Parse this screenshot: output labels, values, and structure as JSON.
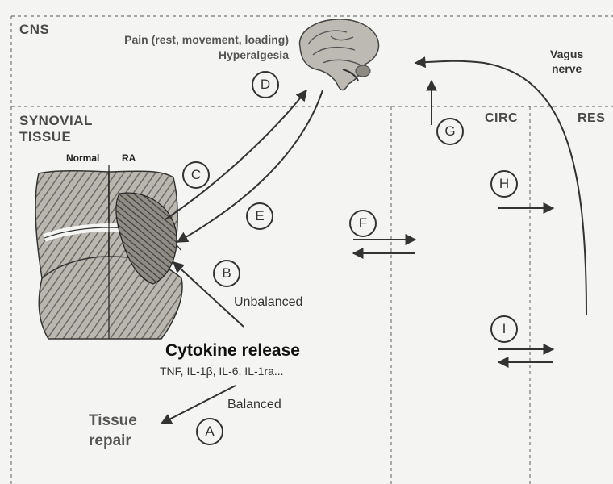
{
  "regions": {
    "cns": "CNS",
    "synovial_line1": "SYNOVIAL",
    "synovial_line2": "TISSUE",
    "circ": "CIRC",
    "res": "RES"
  },
  "cns": {
    "pain": "Pain (rest, movement, loading)",
    "hyperalgesia": "Hyperalgesia"
  },
  "vagus": {
    "line1": "Vagus",
    "line2": "nerve"
  },
  "joint": {
    "normal": "Normal",
    "ra": "RA"
  },
  "markers": {
    "a": "A",
    "b": "B",
    "c": "C",
    "d": "D",
    "e": "E",
    "f": "F",
    "g": "G",
    "h": "H",
    "i": "I"
  },
  "cytokine": {
    "title": "Cytokine release",
    "list": "TNF, IL-1β, IL-6, IL-1ra..."
  },
  "labels": {
    "unbalanced": "Unbalanced",
    "balanced": "Balanced",
    "tissue_repair_line1": "Tissue",
    "tissue_repair_line2": "repair"
  }
}
